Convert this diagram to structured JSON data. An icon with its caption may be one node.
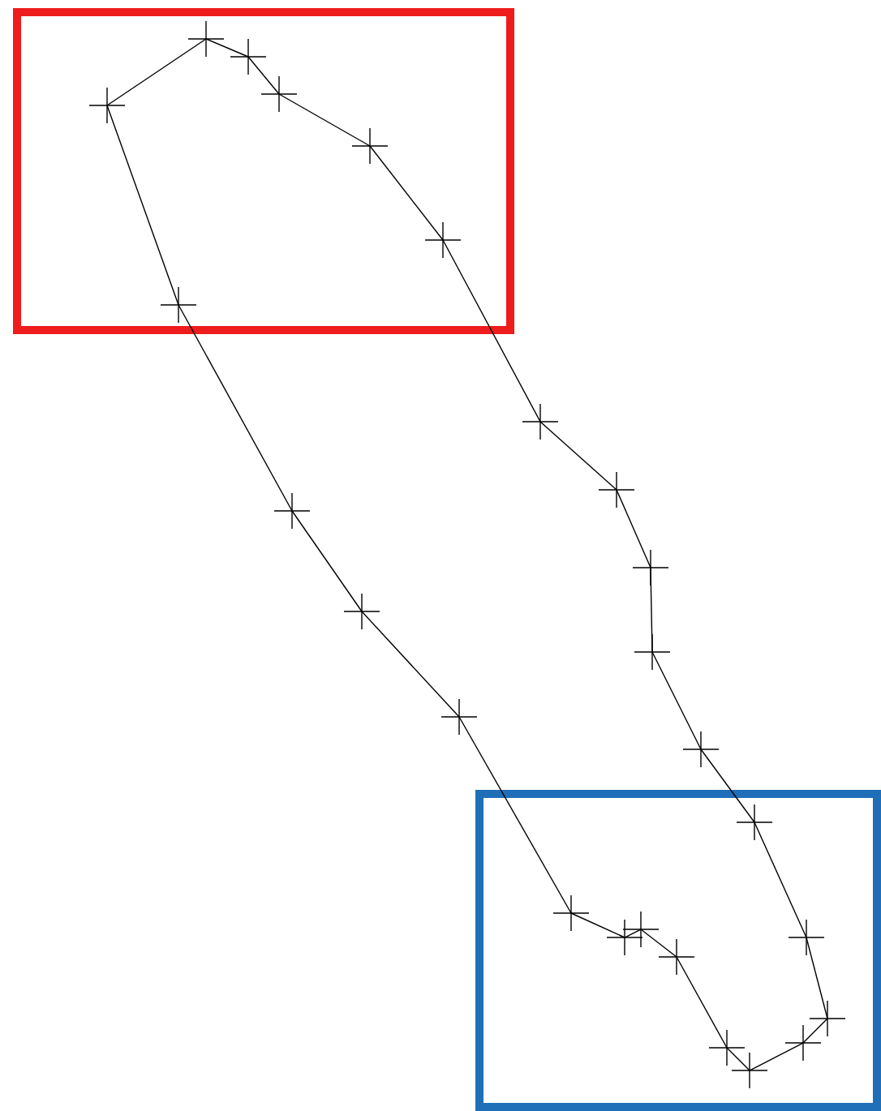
{
  "diagram": {
    "nodes": [
      {
        "text": [],
        "shape": "cross"
      },
      {
        "text": [],
        "shape": "cross"
      },
      {
        "text": [],
        "shape": "cross"
      },
      {
        "text": [],
        "shape": "cross"
      },
      {
        "text": [],
        "shape": "cross"
      },
      {
        "text": [],
        "shape": "cross"
      },
      {
        "text": [],
        "shape": "cross"
      },
      {
        "text": [],
        "shape": "cross"
      },
      {
        "text": [],
        "shape": "cross"
      },
      {
        "text": [],
        "shape": "cross"
      },
      {
        "text": [],
        "shape": "cross"
      },
      {
        "text": [],
        "shape": "cross"
      },
      {
        "text": [],
        "shape": "cross"
      },
      {
        "text": [],
        "shape": "cross"
      },
      {
        "text": [],
        "shape": "cross"
      },
      {
        "text": [],
        "shape": "cross"
      },
      {
        "text": [],
        "shape": "cross"
      },
      {
        "text": [],
        "shape": "cross"
      },
      {
        "text": [],
        "shape": "cross"
      },
      {
        "text": [],
        "shape": "cross"
      },
      {
        "text": [],
        "shape": "cross"
      },
      {
        "text": [],
        "shape": "cross"
      },
      {
        "text": [],
        "shape": "cross"
      },
      {
        "text": [],
        "shape": "cross"
      },
      {
        "text": [],
        "shape": "cross"
      }
    ],
    "edges": [
      {
        "from": 3,
        "to": 0,
        "arrow": "none"
      },
      {
        "from": 0,
        "to": 1,
        "arrow": "none"
      },
      {
        "from": 1,
        "to": 2,
        "arrow": "none"
      },
      {
        "from": 2,
        "to": 4,
        "arrow": "none"
      },
      {
        "from": 4,
        "to": 5,
        "arrow": "none"
      },
      {
        "from": 5,
        "to": 7,
        "arrow": "none"
      },
      {
        "from": 7,
        "to": 8,
        "arrow": "none"
      },
      {
        "from": 8,
        "to": 10,
        "arrow": "none"
      },
      {
        "from": 10,
        "to": 12,
        "arrow": "none"
      },
      {
        "from": 12,
        "to": 14,
        "arrow": "none"
      },
      {
        "from": 14,
        "to": 15,
        "arrow": "none"
      },
      {
        "from": 15,
        "to": 19,
        "arrow": "none"
      },
      {
        "from": 19,
        "to": 21,
        "arrow": "none"
      },
      {
        "from": 21,
        "to": 22,
        "arrow": "none"
      },
      {
        "from": 22,
        "to": 24,
        "arrow": "none"
      },
      {
        "from": 24,
        "to": 23,
        "arrow": "none"
      },
      {
        "from": 23,
        "to": 20,
        "arrow": "none"
      },
      {
        "from": 20,
        "to": 17,
        "arrow": "none"
      },
      {
        "from": 17,
        "to": 18,
        "arrow": "none"
      },
      {
        "from": 18,
        "to": 16,
        "arrow": "none"
      },
      {
        "from": 16,
        "to": 13,
        "arrow": "none"
      },
      {
        "from": 13,
        "to": 11,
        "arrow": "none"
      },
      {
        "from": 11,
        "to": 9,
        "arrow": "none"
      },
      {
        "from": 9,
        "to": 6,
        "arrow": "none"
      },
      {
        "from": 6,
        "to": 3,
        "arrow": "none"
      }
    ]
  }
}
